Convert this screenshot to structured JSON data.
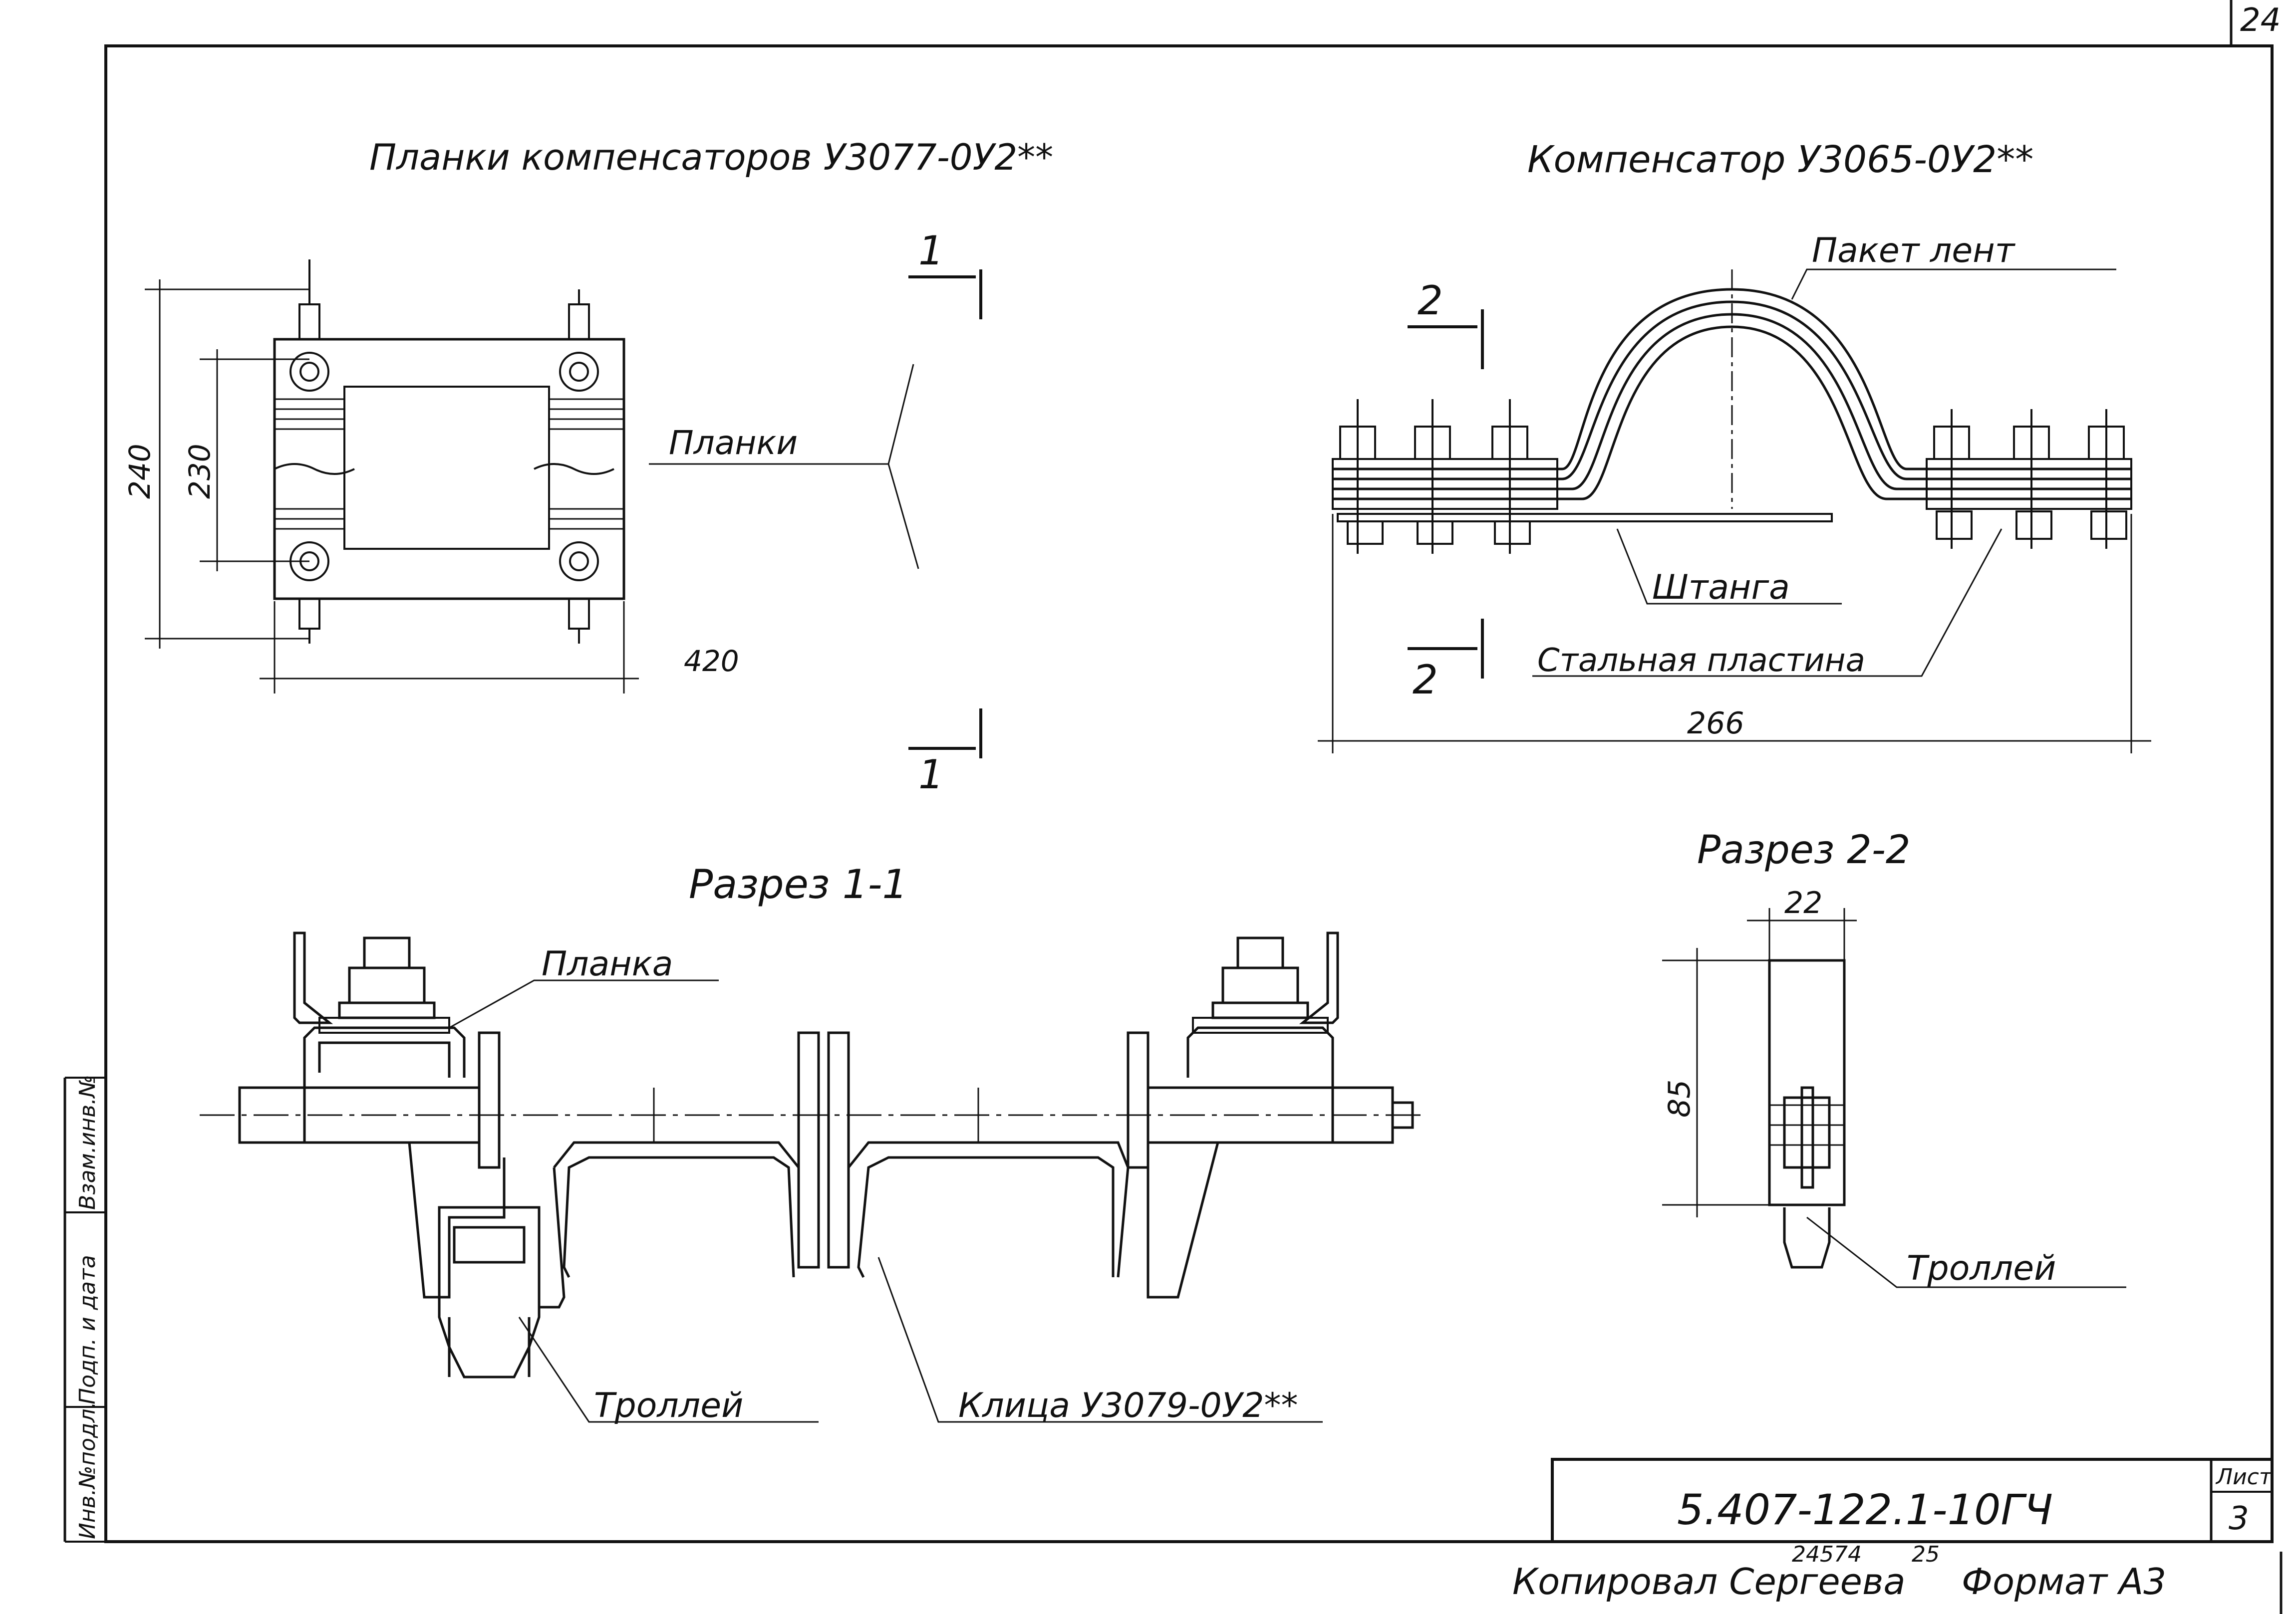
{
  "sheet_corner_number": "24",
  "view_titles": {
    "planki": "Планки компенсаторов У3077-0У2**",
    "kompensator": "Компенсатор У3065-0У2**",
    "razrez_1": "Разрез 1-1",
    "razrez_2": "Разрез 2-2"
  },
  "labels": {
    "planki": "Планки",
    "paket_lent": "Пакет лент",
    "shtanga": "Штанга",
    "stalnaya_plastina": "Стальная пластина",
    "planka": "Планка",
    "trollei_left": "Троллей",
    "klitsa": "Клица У3079-0У2**",
    "trollei_right": "Троллей"
  },
  "dimensions": {
    "height_outer": "240",
    "height_inner": "230",
    "width_planki": "420",
    "width_komp": "266",
    "sec2_width": "22",
    "sec2_height": "85"
  },
  "section_marks": {
    "s1_top": "1",
    "s1_bottom": "1",
    "s2_top": "2",
    "s2_bottom": "2"
  },
  "side_stamp": [
    "Инв.№подл.",
    "Подп. и дата",
    "Взам.инв.№"
  ],
  "title_block": {
    "designation": "5.407-122.1-10ГЧ",
    "sheet_label": "Лист",
    "sheet_number": "3"
  },
  "footer": {
    "copied": "Копировал Сергеева",
    "format": "Формат А3",
    "small_number_1": "24574",
    "small_number_2": "25"
  }
}
